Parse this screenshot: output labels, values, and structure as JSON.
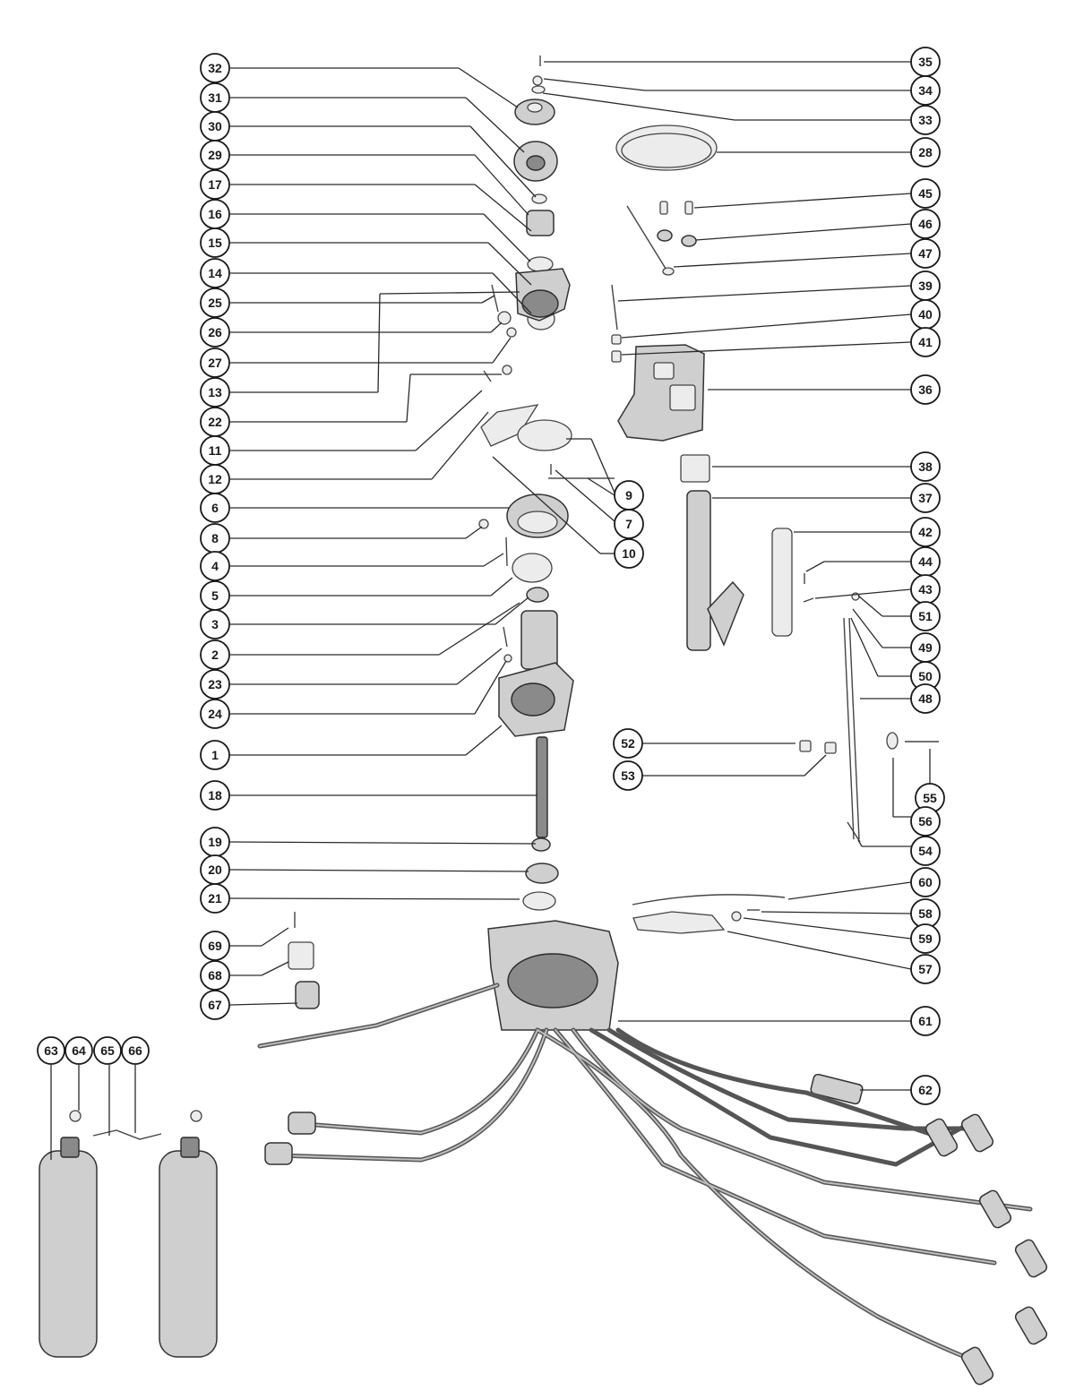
{
  "callouts": [
    "1",
    "2",
    "3",
    "4",
    "5",
    "6",
    "7",
    "8",
    "9",
    "10",
    "11",
    "12",
    "13",
    "14",
    "15",
    "16",
    "17",
    "18",
    "19",
    "20",
    "21",
    "22",
    "23",
    "24",
    "25",
    "26",
    "27",
    "28",
    "29",
    "30",
    "31",
    "32",
    "33",
    "34",
    "35",
    "36",
    "37",
    "38",
    "39",
    "40",
    "41",
    "42",
    "43",
    "44",
    "45",
    "46",
    "47",
    "48",
    "49",
    "50",
    "51",
    "52",
    "53",
    "54",
    "55",
    "56",
    "57",
    "58",
    "59",
    "60",
    "61",
    "62",
    "63",
    "64",
    "65",
    "66",
    "67",
    "68",
    "69"
  ]
}
